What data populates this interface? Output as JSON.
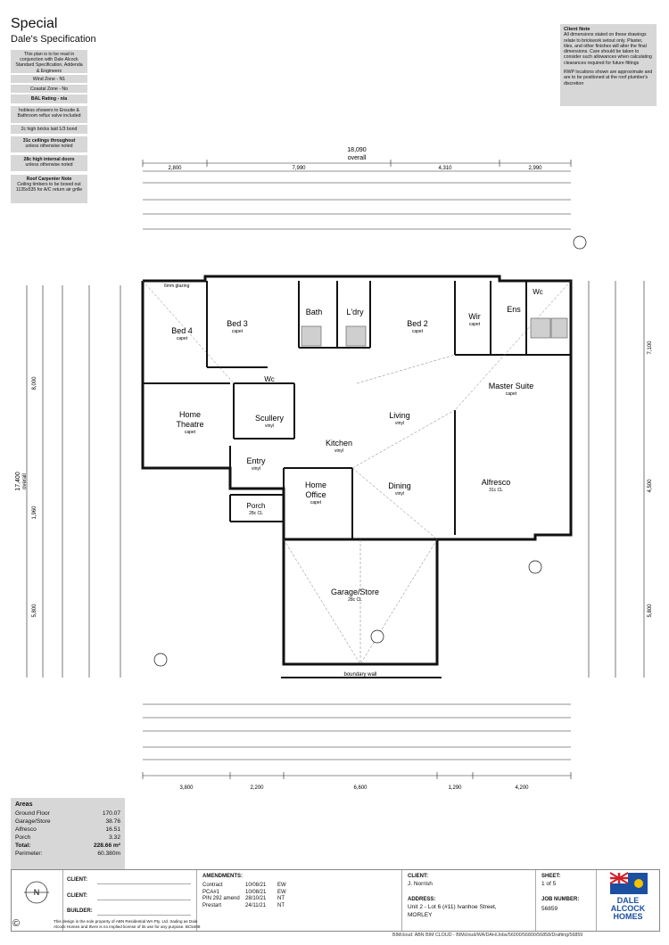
{
  "header": {
    "title": "Special",
    "subtitle": "Dale's Specification"
  },
  "notes": {
    "plan_note": "This plan is to be read in conjunction with Dale Alcock Standard Specification, Addenda & Engineers",
    "wind_zone": "Wind Zone - N1",
    "coastal_zone": "Coastal Zone - No",
    "bal_rating": "BAL Rating - n/a",
    "hobless": "hobless showers to Ensuite & Bathroom reflux valve included",
    "bricks": "2c high bricks laid 1/3 bond",
    "ceilings_title": "31c ceilings throughout",
    "ceilings_sub": "unless otherwise noted",
    "doors_title": "28c high internal doors",
    "doors_sub": "unless otherwise noted",
    "roof_title": "Roof Carpenter Note",
    "roof_text": "Ceiling timbers to be boxed out 1135x535 for A/C return air grille"
  },
  "client_note": {
    "title": "Client Note",
    "text1": "All dimensions stated on these drawings relate to brickwork setout only. Plaster, tiles, and other finishes will alter the final dimensions. Care should be taken to consider such allowances when calculating clearances required for future fittings",
    "text2": "RWP locations shown are approximate and are to be positioned at the roof plumber's discretion"
  },
  "dims": {
    "overall_w": "18,090",
    "overall_label": "overall",
    "top_row1": [
      "2,800",
      "7,990",
      "4,310",
      "2,990"
    ],
    "overall_h": "17,400",
    "left_a": "8,000",
    "left_b": "1,960",
    "left_c": "5,800",
    "right_a": "7,100",
    "right_b": "4,500",
    "right_c": "5,800",
    "bottom_row": [
      "3,800",
      "2,200",
      "6,600",
      "1,290",
      "4,200"
    ]
  },
  "rooms": {
    "bed4": "Bed 4",
    "bed4_sub": "capet",
    "bed3": "Bed 3",
    "bed3_sub": "capet",
    "bath": "Bath",
    "ldry": "L'dry",
    "bed2": "Bed 2",
    "bed2_sub": "capet",
    "wir": "Wir",
    "wir_sub": "capet",
    "ens": "Ens",
    "wc1": "Wc",
    "wc2": "Wc",
    "master": "Master Suite",
    "master_sub": "capet",
    "theatre1": "Home",
    "theatre2": "Theatre",
    "theatre_sub": "capet",
    "scullery": "Scullery",
    "scullery_sub": "vinyl",
    "living": "Living",
    "living_sub": "vinyl",
    "kitchen": "Kitchen",
    "kitchen_sub": "vinyl",
    "entry": "Entry",
    "entry_sub": "vinyl",
    "office1": "Home",
    "office2": "Office",
    "office_sub": "capet",
    "dining": "Dining",
    "dining_sub": "vinyl",
    "alfresco": "Alfresco",
    "alfresco_sub": "31c CL",
    "porch": "Porch",
    "porch_sub": "28c CL",
    "garage": "Garage/Store",
    "garage_sub": "28c CL",
    "boundary": "boundary wall",
    "glazing": "6mm glazing"
  },
  "areas": {
    "title": "Areas",
    "rows": [
      {
        "label": "Ground Floor",
        "value": "170.07"
      },
      {
        "label": "Garage/Store",
        "value": "38.76"
      },
      {
        "label": "Alfresco",
        "value": "16.51"
      },
      {
        "label": "Porch",
        "value": "3.32"
      }
    ],
    "total_label": "Total:",
    "total_value": "228.66 m²",
    "perimeter_label": "Perimeter:",
    "perimeter_value": "60.380m"
  },
  "titleblock": {
    "client_label": "CLIENT:",
    "builder_label": "BUILDER:",
    "amend_title": "AMENDMENTS:",
    "amendments": [
      {
        "name": "Contract",
        "date": "10/08/21",
        "by": "EW"
      },
      {
        "name": "PCA#1",
        "date": "10/08/21",
        "by": "EW"
      },
      {
        "name": "PIN 292 amend",
        "date": "28/10/21",
        "by": "NT"
      },
      {
        "name": "Prestart",
        "date": "24/11/21",
        "by": "NT"
      }
    ],
    "client_name": "J. Norrish",
    "address_label": "ADDRESS:",
    "address1": "Unit 2 - Lot 6 (#11) Ivanhoe Street,",
    "address2": "MORLEY",
    "sheet_label": "SHEET:",
    "sheet_value": "1 of 5",
    "job_label": "JOB NUMBER:",
    "job_value": "56859",
    "logo1": "DALE",
    "logo2": "ALCOCK",
    "logo3": "HOMES",
    "copyright": "This design is the sole property of ABN Residential WA Pty. Ltd. trading as Dale Alcock Homes and there is no implied license of its use for any purpose. BC5408"
  },
  "bimline": "BIMcloud: ABN BIM CLOUD - BIMcloud/WA/DAH/Jobs/56000/56800/56858/Drafting/56859",
  "colors": {
    "note_bg": "#d7d7d7",
    "wall": "#111111",
    "flag_blue": "#1b4fa0",
    "flag_red": "#d0202a"
  }
}
